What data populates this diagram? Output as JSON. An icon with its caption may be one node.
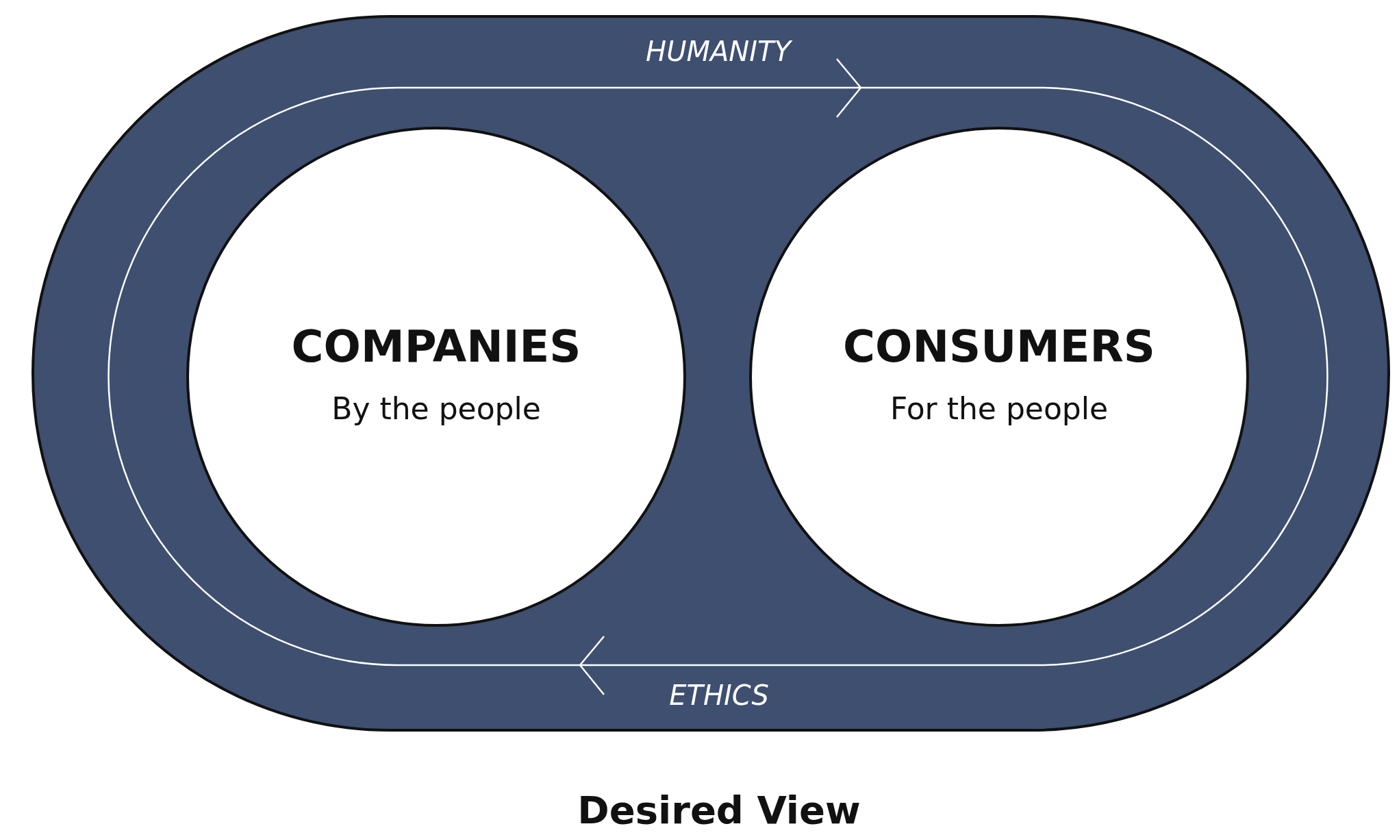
{
  "diagram": {
    "caption": "Desired View",
    "nodes": [
      {
        "text": [],
        "shape": "box"
      },
      {
        "text": [
          "COMPANIES",
          "By the people"
        ],
        "in": 0
      },
      {
        "text": [
          "CONSUMERS",
          "For the people"
        ],
        "in": 0
      }
    ],
    "labels": [
      "HUMANITY",
      "ETHICS"
    ]
  }
}
